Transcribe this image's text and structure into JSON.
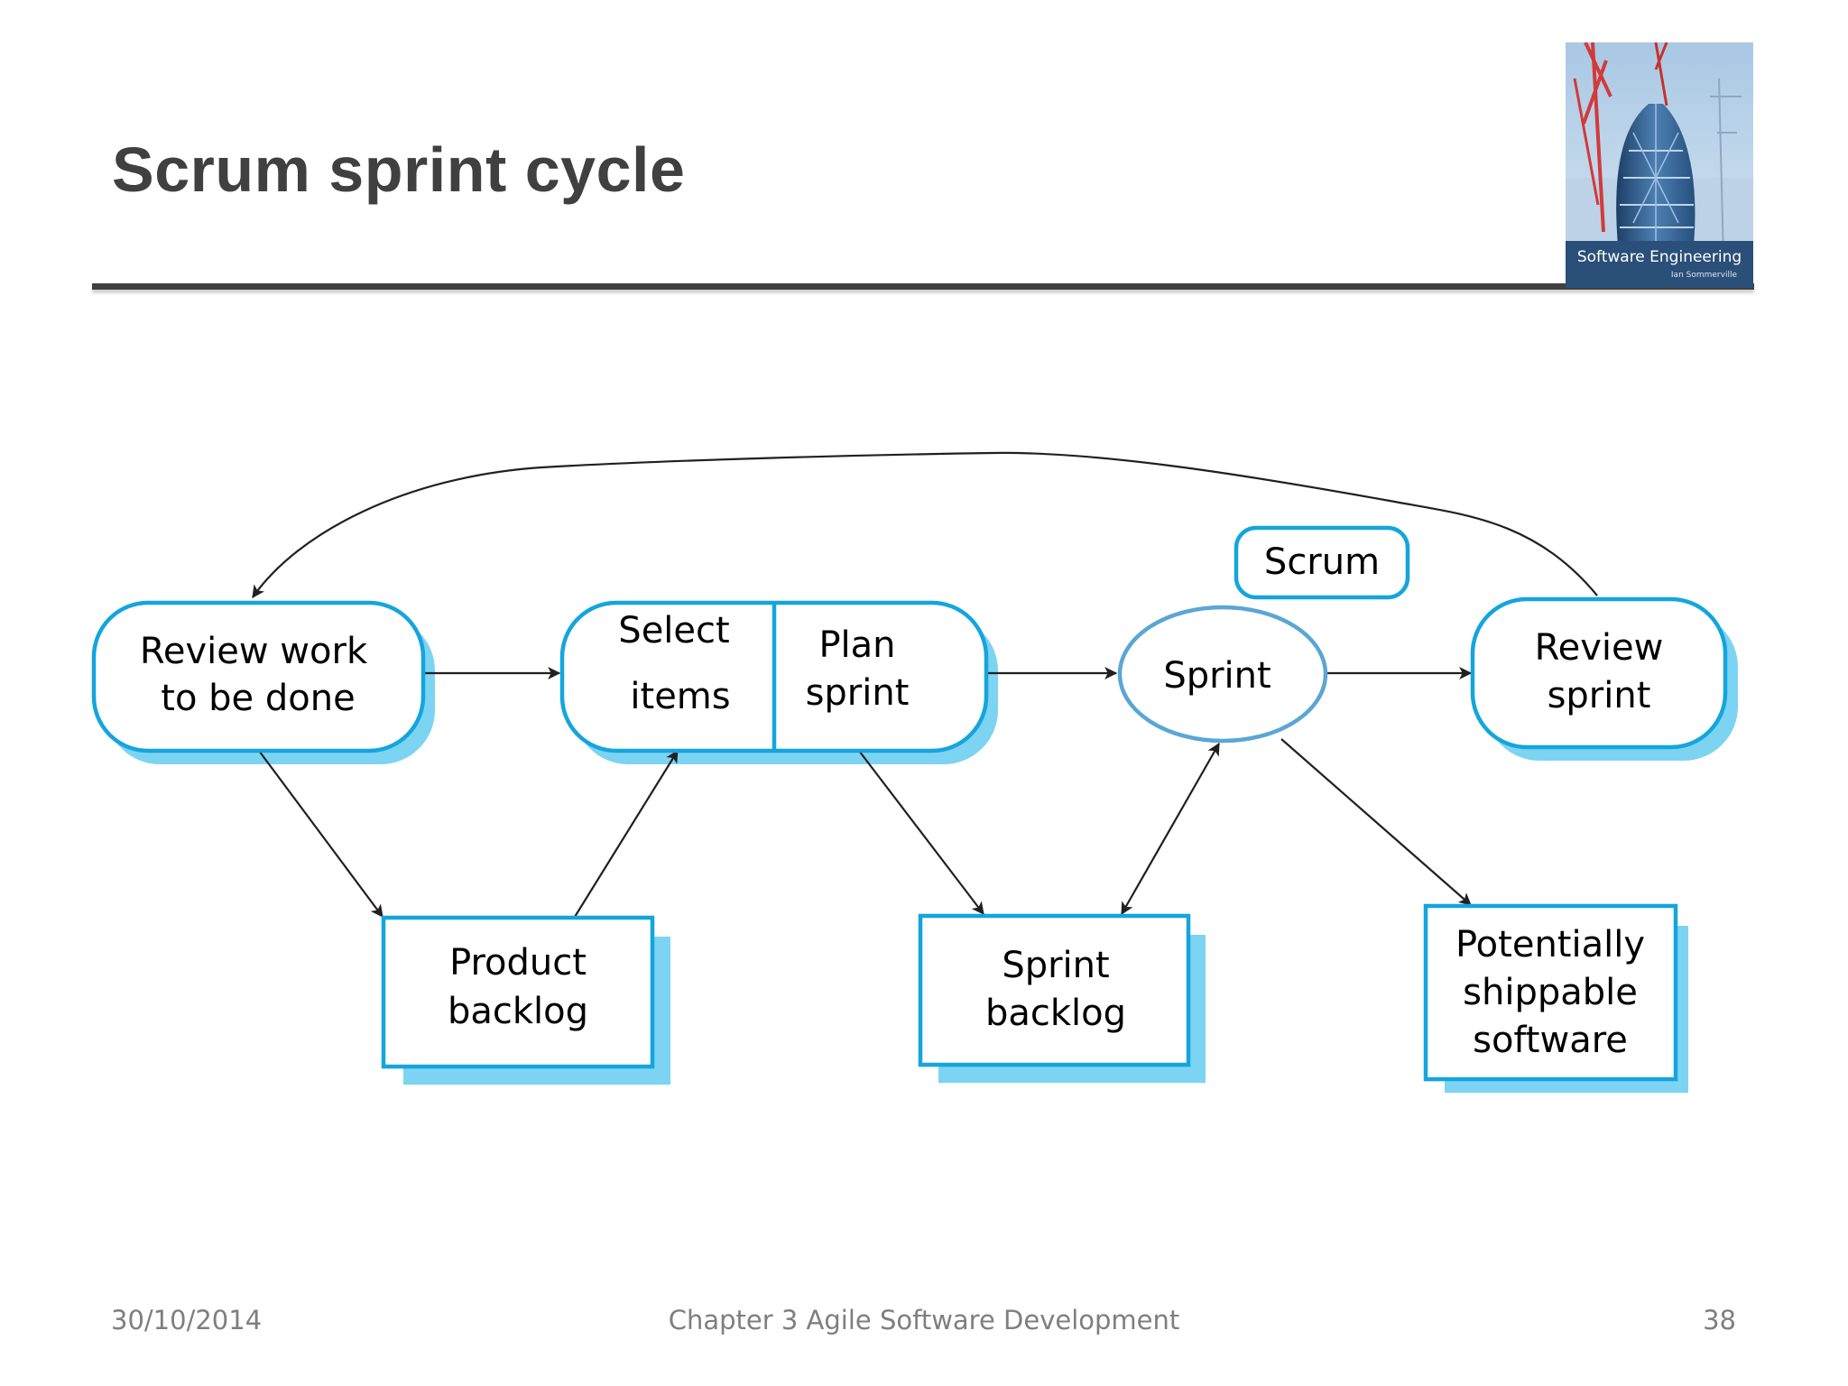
{
  "slide": {
    "title": "Scrum sprint cycle"
  },
  "cover": {
    "title": "Software Engineering",
    "author": "Ian Sommerville"
  },
  "diagram": {
    "nodes": {
      "review_work": [
        "Review work",
        "to be done"
      ],
      "select_items": [
        "Select",
        "items"
      ],
      "plan_sprint": [
        "Plan",
        "sprint"
      ],
      "sprint": "Sprint",
      "scrum": "Scrum",
      "review_sprint": [
        "Review",
        "sprint"
      ],
      "product_backlog": [
        "Product",
        "backlog"
      ],
      "sprint_backlog": [
        "Sprint",
        "backlog"
      ],
      "shippable": [
        "Potentially",
        "shippable",
        "software"
      ]
    },
    "colors": {
      "border": "#14a5dd",
      "shadow": "#7dd4f2",
      "sprint_ellipse": "#5aa6d4",
      "arrow": "#231f20"
    }
  },
  "footer": {
    "date": "30/10/2014",
    "chapter": "Chapter 3 Agile Software Development",
    "page": "38"
  }
}
